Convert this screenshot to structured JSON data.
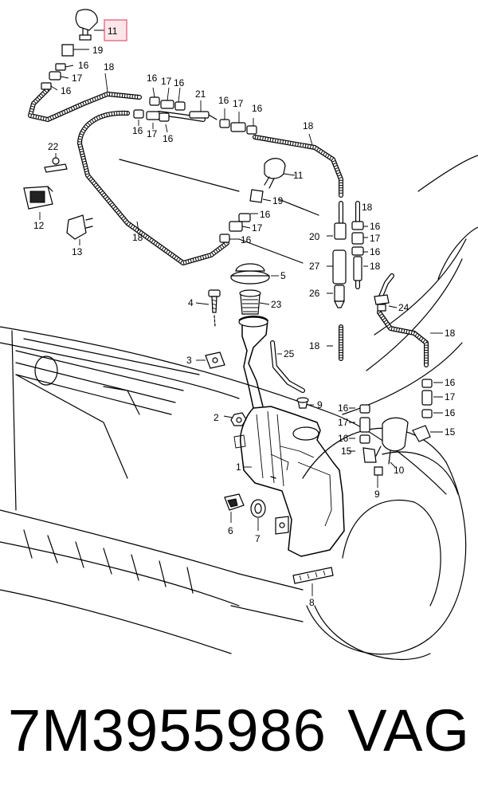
{
  "diagram": {
    "callouts": {
      "c1": "1",
      "c2": "2",
      "c3": "3",
      "c4": "4",
      "c5": "5",
      "c6": "6",
      "c7": "7",
      "c8": "8",
      "c9": "9",
      "c10": "10",
      "c11": "11",
      "c12": "12",
      "c13": "13",
      "c15": "15",
      "c16": "16",
      "c17": "17",
      "c18": "18",
      "c19": "19",
      "c20": "20",
      "c21": "21",
      "c22": "22",
      "c23": "23",
      "c24": "24",
      "c25": "25",
      "c26": "26",
      "c27": "27"
    },
    "highlight_color": "#e0607a"
  },
  "footer": {
    "part_number": "7M3955986",
    "brand": "VAG"
  }
}
